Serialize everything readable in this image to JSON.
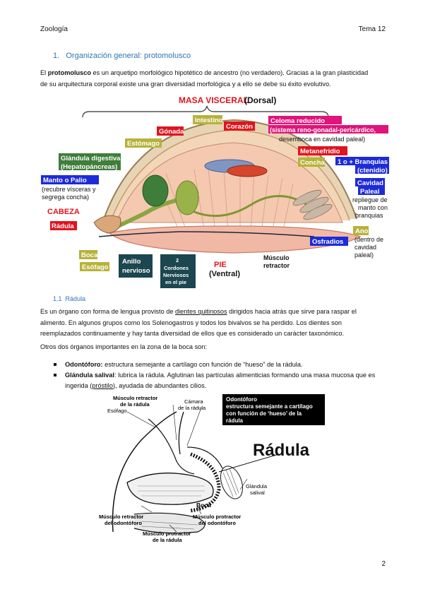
{
  "header": {
    "left": "Zoología",
    "right": "Tema 12"
  },
  "section": {
    "number": "1.",
    "title": "Organización general: protomolusco"
  },
  "intro": {
    "bold": "protomolusco",
    "line1_pre": "El ",
    "line1_post": " es un arquetipo morfológico hipotético de ancestro (no verdadero). Gracias a la gran plasticidad",
    "line2": "de su arquitectura corporal existe una gran diversidad morfológica y a ello se debe su éxito evolutivo."
  },
  "figure1": {
    "title_red": "MASA VISCERAL",
    "title_black": "(Dorsal)",
    "labels": {
      "intestino": "Intestino",
      "corazon": "Corazón",
      "gonada": "Gónada",
      "celoma1": "Celoma reducido",
      "celoma2": "(sistema reno-gonadal-pericárdico,",
      "celoma3": "desemboca en cavidad paleal)",
      "estomago": "Estómago",
      "metanefridio": "Metanefridio",
      "glandula1": "Glándula digestiva",
      "glandula2": "(Hepatopáncreas)",
      "concha": "Concha",
      "branquias1": "1 o + Branquias",
      "branquias2": "(ctenidio)",
      "manto1": "Manto o Palio",
      "manto2": "(recubre vísceras y",
      "manto3": "segrega concha)",
      "cavidad1": "Cavidad",
      "cavidad2": "Paleal",
      "repliegue1": "repliegue de",
      "repliegue2": "manto con",
      "repliegue3": "branquias",
      "cabeza": "CABEZA",
      "radula": "Rádula",
      "ano1": "Ano",
      "ano2": "(dentro de",
      "ano3": "cavidad",
      "ano4": "paleal)",
      "osfradios": "Osfradios",
      "boca": "Boca",
      "esofago": "Esófago",
      "anillo1": "Anillo",
      "anillo2": "nervioso",
      "cordones1": "2",
      "cordones2": "Cordones",
      "cordones3": "Nerviosos",
      "cordones4": "en el pie",
      "pie": "PIE",
      "ventral": "(Ventral)",
      "musculo1": "Músculo",
      "musculo2": "retractor"
    }
  },
  "subsection": {
    "number": "1.1",
    "title": "Rádula"
  },
  "radula_text": {
    "l1_pre": "Es un órgano con forma de lengua provisto de ",
    "l1_u": "dientes quitinosos",
    "l1_post": " dirigidos hacia atrás que sirve para raspar el",
    "l2": "alimento. En algunos grupos como los Solenogastros y todos los bivalvos se ha perdido. Los dientes son",
    "l3": "reemplazados continuamente y hay tanta diversidad de ellos que es considerado un carácter taxonómico.",
    "l4": "Otros dos órganos importantes en la zona de la boca son:"
  },
  "bullets": [
    {
      "bold": "Odontóforo:",
      "text": " estructura semejante a cartílago con función de “hueso” de la rádula."
    },
    {
      "bold": "Glándula salival",
      "text_pre": ": lubrica la rádula. Aglutinan las partículas alimenticias formando una masa mucosa que es ingerida (",
      "u": "próstilo",
      "text_post": "), ayudada de abundantes cilios."
    }
  ],
  "figure2": {
    "musc_ret_rad1": "Músculo retractor",
    "musc_ret_rad2": "de la rádula",
    "camara1": "Cámara",
    "camara2": "de la rádula",
    "esofago": "Esófago",
    "box1": "Odontóforo",
    "box2": "estructura semejante a cartílago",
    "box3": "con función de ‘hueso’ de la",
    "box4": "rádula",
    "radula_big": "Rádula",
    "glandula1": "Glándula",
    "glandula2": "salival",
    "boca": "Boca",
    "musc_ret_odo1": "Músculo retractor",
    "musc_ret_odo2": "del odontóforo",
    "musc_pro_odo1": "Músculo protractor",
    "musc_pro_odo2": "del odontóforo",
    "musc_pro_rad1": "Músculo protractor",
    "musc_pro_rad2": "de la rádula"
  },
  "page_number": "2"
}
